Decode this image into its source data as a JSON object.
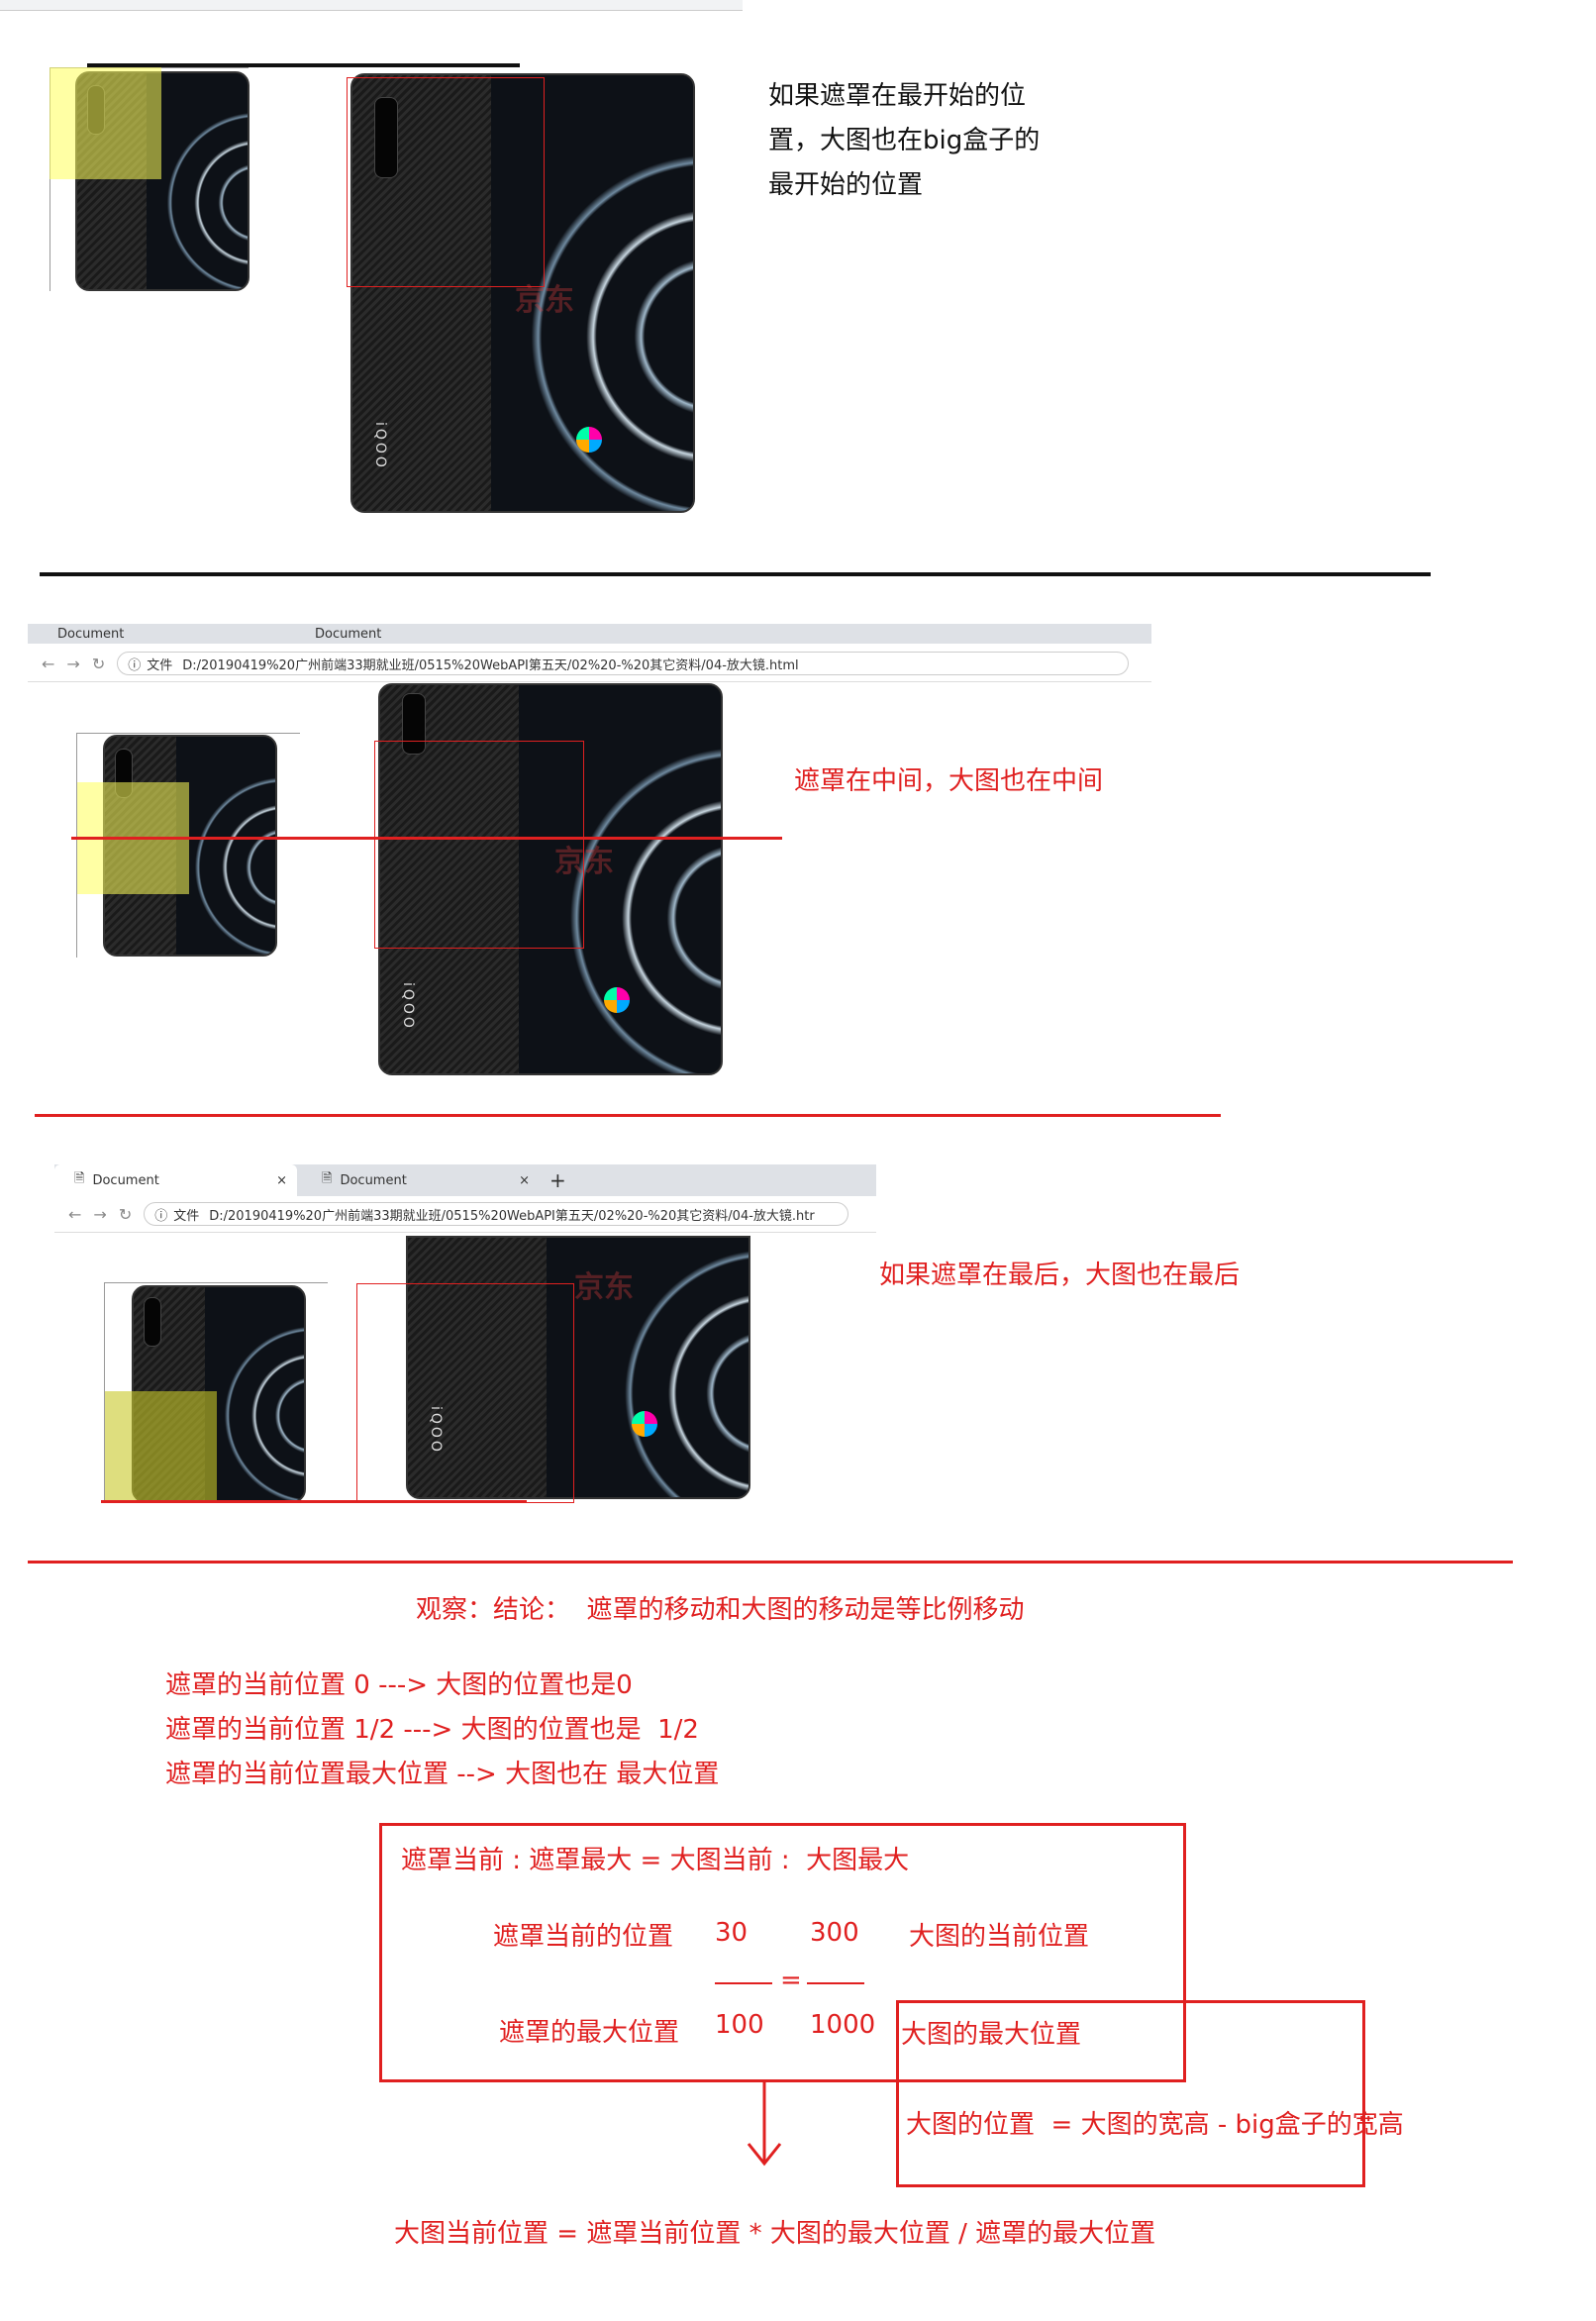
{
  "section1": {
    "note_lines": [
      "如果遮罩在最开始的位",
      "置，大图也在big盒子的",
      "最开始的位置"
    ]
  },
  "section2": {
    "tabs": [
      "Document",
      "Document"
    ],
    "file_label": "文件",
    "url": "D:/20190419%20广州前端33期就业班/0515%20WebAPI第五天/02%20-%20其它资料/04-放大镜.html",
    "note": "遮罩在中间，大图也在中间"
  },
  "section3": {
    "tabs": [
      "Document",
      "Document"
    ],
    "file_label": "文件",
    "url": "D:/20190419%20广州前端33期就业班/0515%20WebAPI第五天/02%20-%20其它资料/04-放大镜.htr",
    "note": "如果遮罩在最后，大图也在最后"
  },
  "phone": {
    "brand": "iQOO",
    "watermark": "京东"
  },
  "conclusion": "观察：结论：  遮罩的移动和大图的移动是等比例移动",
  "rules": [
    "遮罩的当前位置 0 ---> 大图的位置也是0",
    "遮罩的当前位置 1/2 ---> 大图的位置也是  1/2",
    "遮罩的当前位置最大位置 --> 大图也在 最大位置"
  ],
  "formula": {
    "title": "遮罩当前 : 遮罩最大 = 大图当前 :  大图最大",
    "left_top": "遮罩当前的位置",
    "left_bottom": "遮罩的最大位置",
    "num1": "30",
    "num2": "300",
    "num3": "100",
    "num4": "1000",
    "eq": "=",
    "right_top": "大图的当前位置",
    "right_bottom": "大图的最大位置",
    "big_pos": "大图的位置  = 大图的宽高 - big盒子的宽高",
    "result": "大图当前位置 = 遮罩当前位置 * 大图的最大位置 / 遮罩的最大位置"
  },
  "colors": {
    "accent": "#e02020",
    "mask": "#ffff5a"
  }
}
